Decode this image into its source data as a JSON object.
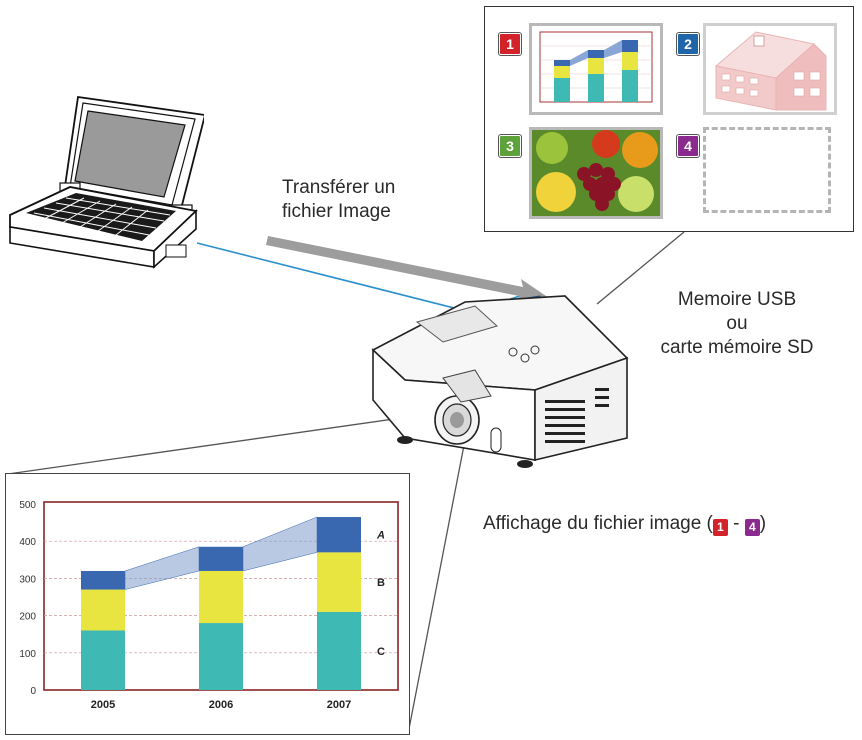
{
  "labels": {
    "transfer_line1": "Transférer un",
    "transfer_line2": "fichier Image",
    "memory_line1": "Memoire USB",
    "memory_line2": "ou",
    "memory_line3": "carte mémoire SD",
    "display_prefix": "Affichage du fichier image (",
    "display_sep": " - ",
    "display_suffix": ")"
  },
  "thumbnails": [
    {
      "number": "1",
      "color": "#d2232a"
    },
    {
      "number": "2",
      "color": "#1f66a8"
    },
    {
      "number": "3",
      "color": "#5da23b"
    },
    {
      "number": "4",
      "color": "#8b2a8e"
    }
  ],
  "colors": {
    "cable": "#2a8fcf",
    "arrow": "#9d9d9d",
    "bar_bottom": "#3fb9b4",
    "bar_middle": "#e8e440",
    "bar_top": "#3a68b0",
    "chart_border": "#8b2323"
  },
  "chart_data": {
    "type": "bar",
    "stacked": true,
    "categories": [
      "2005",
      "2006",
      "2007"
    ],
    "series": [
      {
        "name": "C",
        "values": [
          160,
          180,
          210
        ]
      },
      {
        "name": "B",
        "values": [
          110,
          140,
          160
        ]
      },
      {
        "name": "A",
        "values": [
          50,
          65,
          95
        ]
      }
    ],
    "yticks": [
      "0",
      "100",
      "200",
      "300",
      "400",
      "500"
    ],
    "ylim": [
      0,
      500
    ],
    "grid": true
  }
}
